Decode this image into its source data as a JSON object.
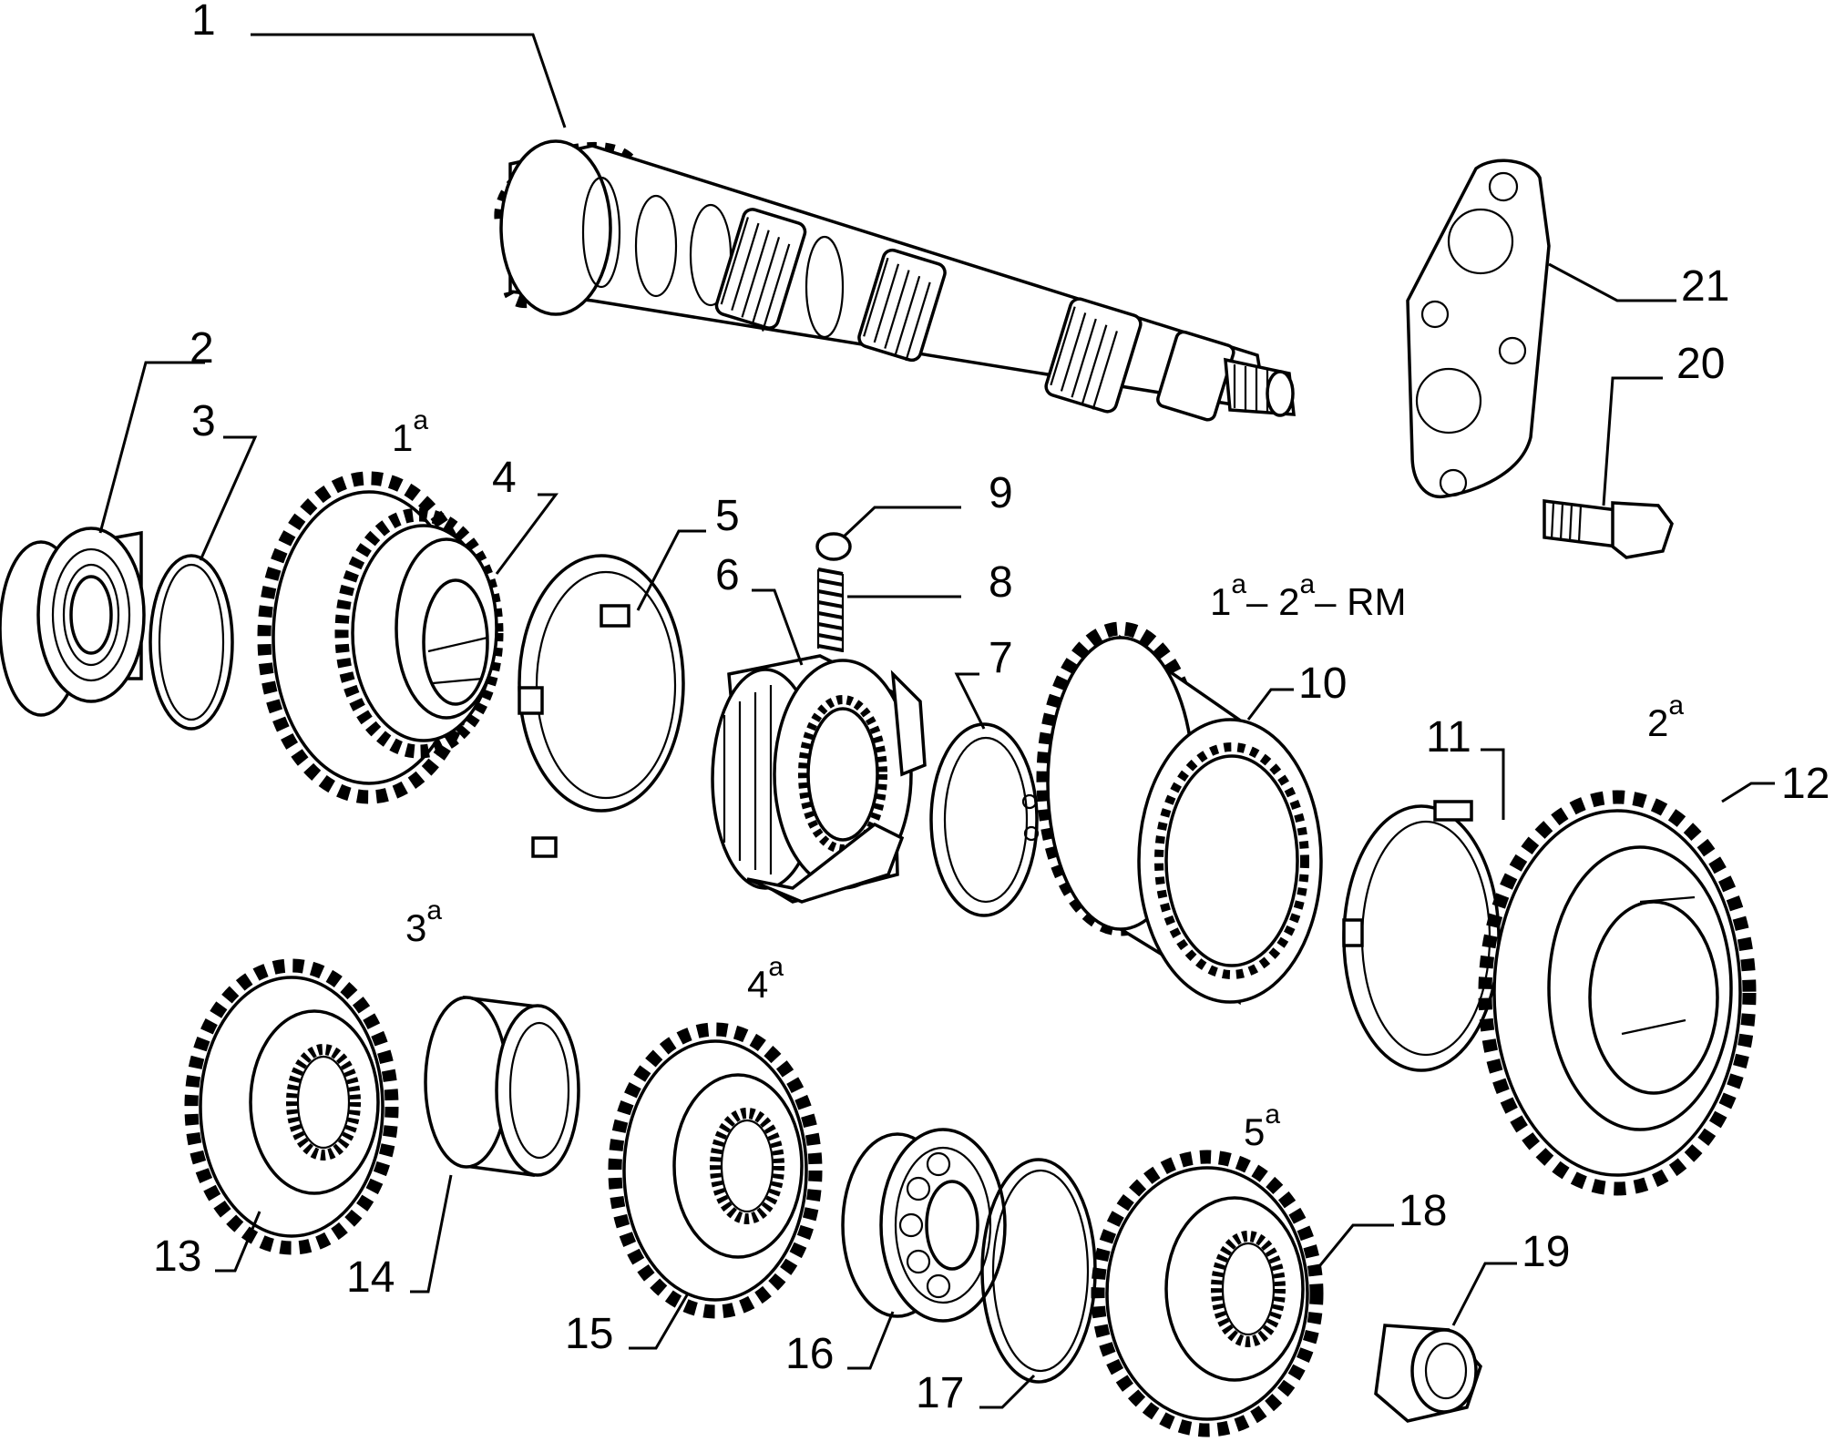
{
  "diagram": {
    "group_label": {
      "parts": [
        "1",
        "a",
        "– 2",
        "a",
        "– RM"
      ]
    },
    "callouts": [
      {
        "id": "p1",
        "label": "1"
      },
      {
        "id": "p2",
        "label": "2"
      },
      {
        "id": "p3",
        "label": "3"
      },
      {
        "id": "p4",
        "label": "4"
      },
      {
        "id": "p5",
        "label": "5"
      },
      {
        "id": "p6",
        "label": "6"
      },
      {
        "id": "p7",
        "label": "7"
      },
      {
        "id": "p8",
        "label": "8"
      },
      {
        "id": "p9",
        "label": "9"
      },
      {
        "id": "p10",
        "label": "10"
      },
      {
        "id": "p11",
        "label": "11"
      },
      {
        "id": "p12",
        "label": "12"
      },
      {
        "id": "p13",
        "label": "13"
      },
      {
        "id": "p14",
        "label": "14"
      },
      {
        "id": "p15",
        "label": "15"
      },
      {
        "id": "p16",
        "label": "16"
      },
      {
        "id": "p17",
        "label": "17"
      },
      {
        "id": "p18",
        "label": "18"
      },
      {
        "id": "p19",
        "label": "19"
      },
      {
        "id": "p20",
        "label": "20"
      },
      {
        "id": "p21",
        "label": "21"
      }
    ],
    "gear_labels": [
      {
        "id": "g1",
        "num": "1",
        "sup": "a"
      },
      {
        "id": "g2",
        "num": "2",
        "sup": "a"
      },
      {
        "id": "g3",
        "num": "3",
        "sup": "a"
      },
      {
        "id": "g4",
        "num": "4",
        "sup": "a"
      },
      {
        "id": "g5",
        "num": "5",
        "sup": "a"
      }
    ],
    "colors": {
      "line": "#000000",
      "background": "#ffffff"
    }
  }
}
